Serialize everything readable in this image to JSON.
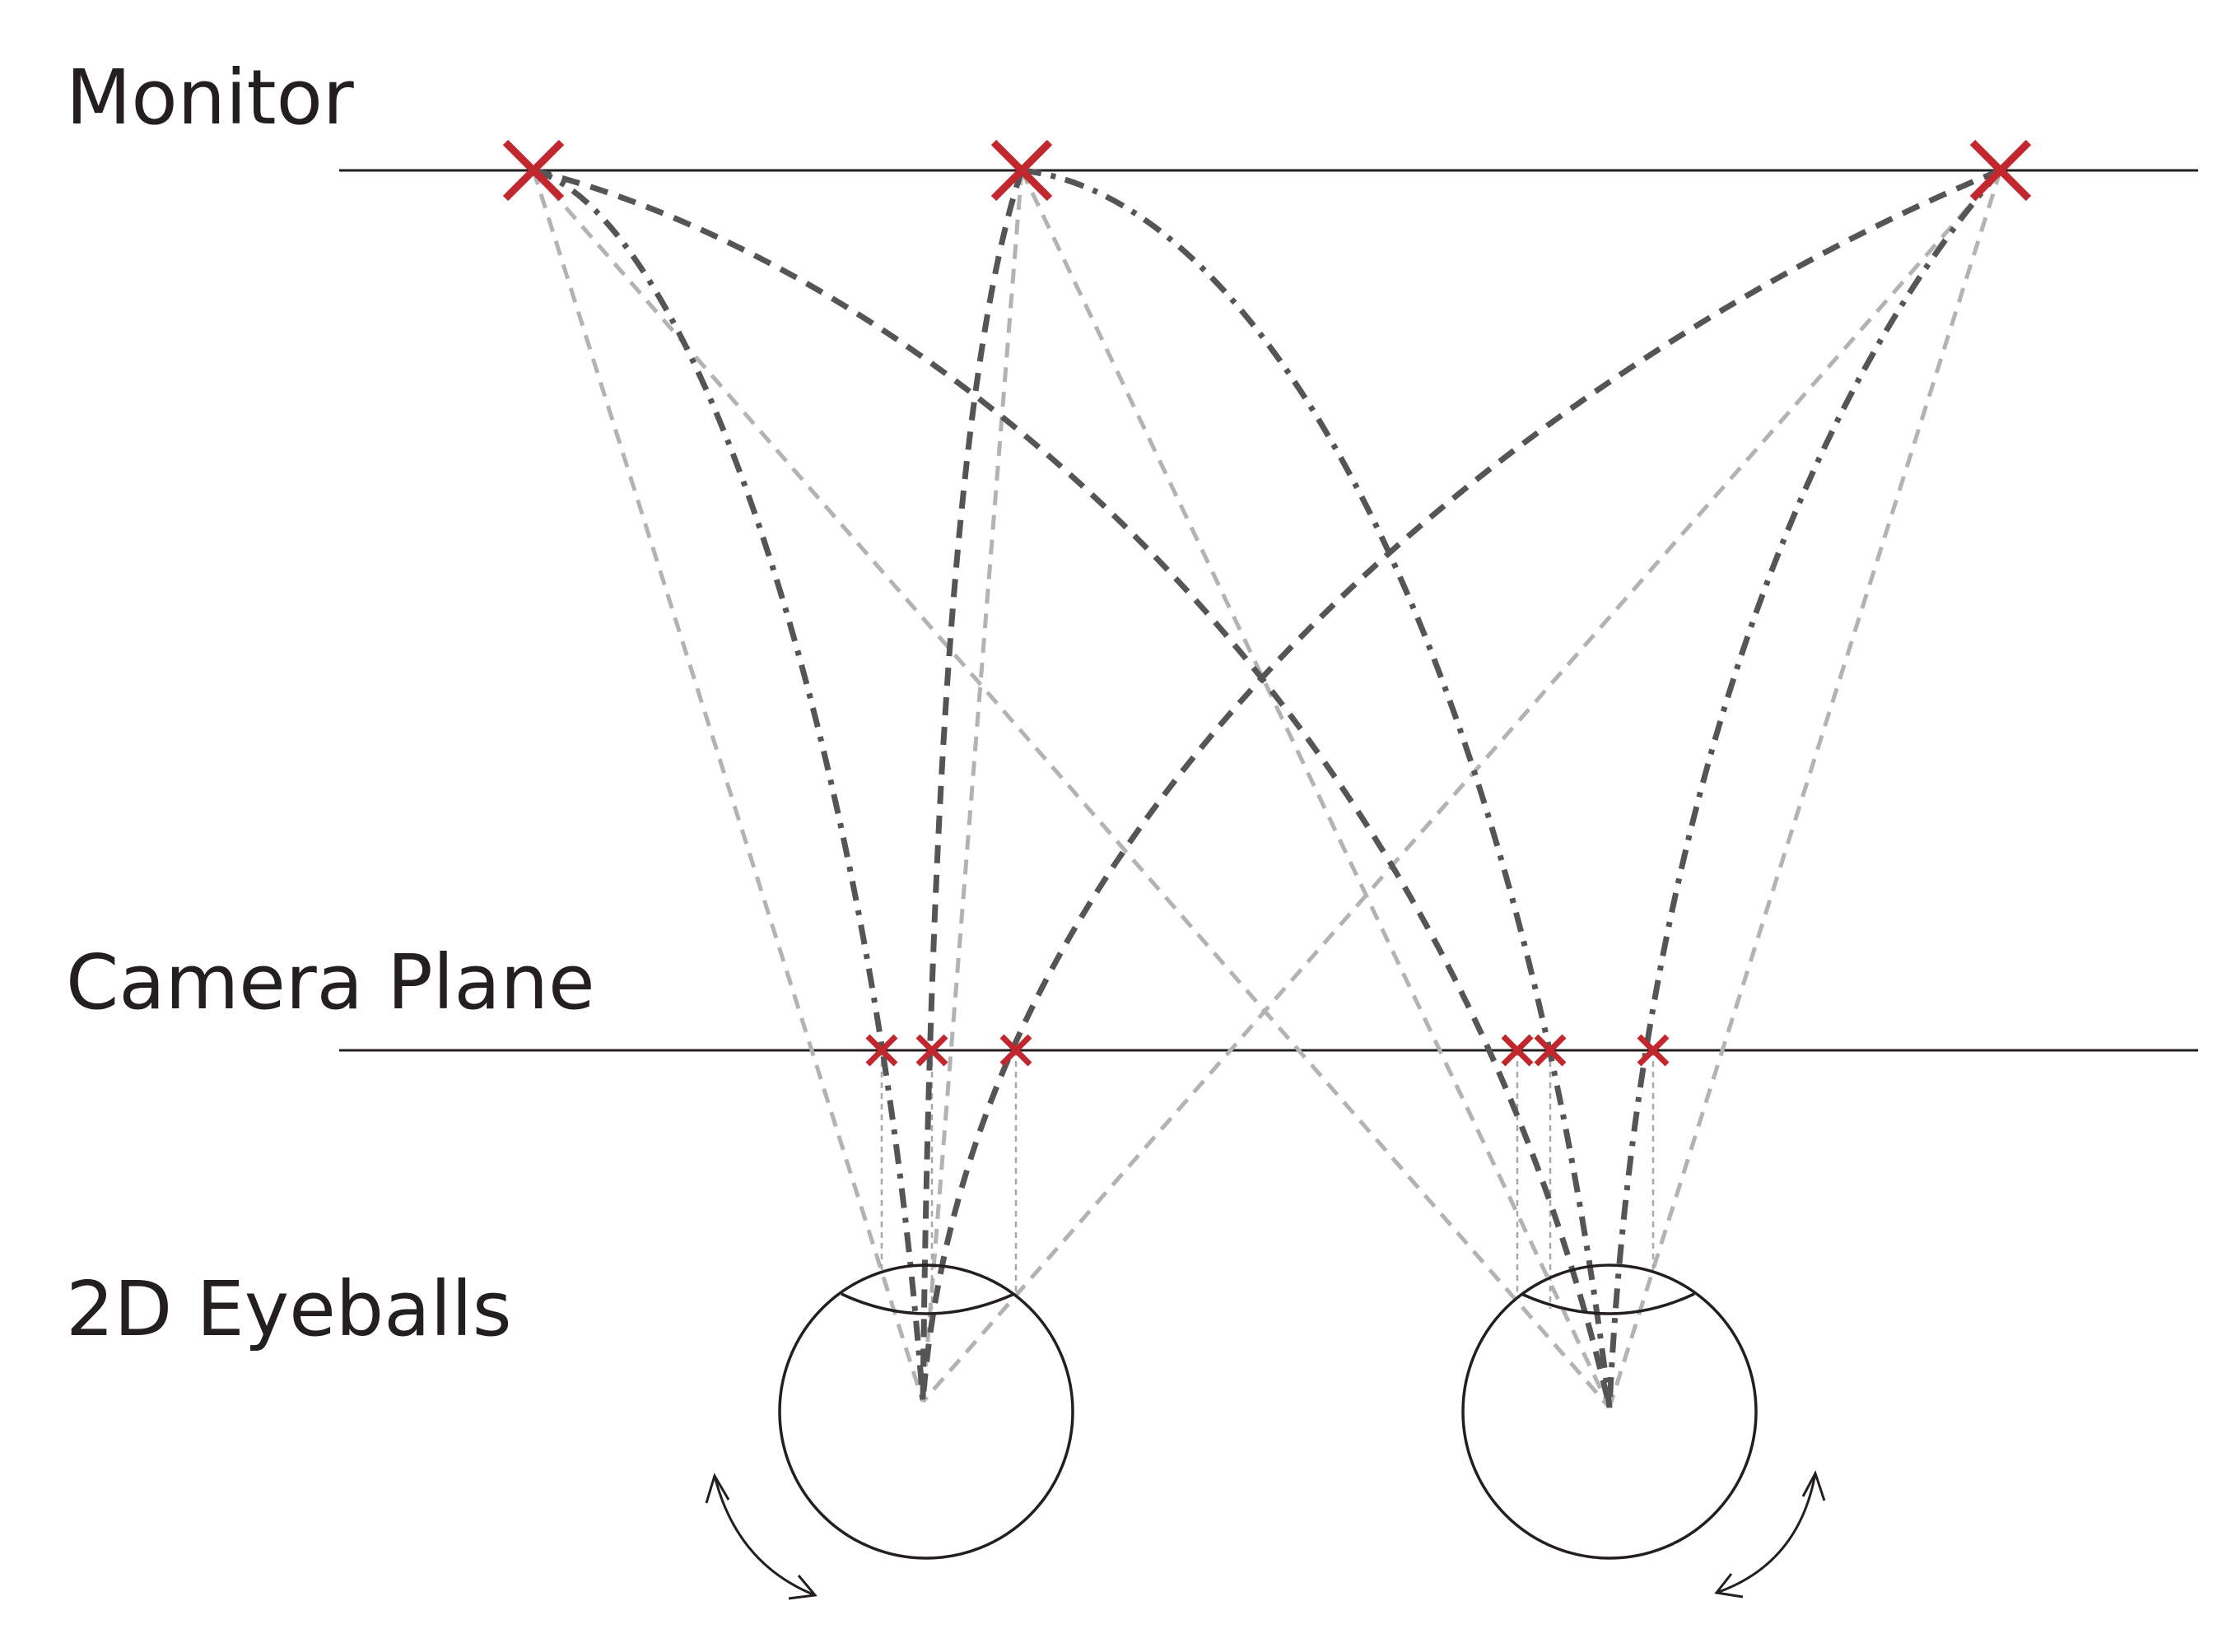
{
  "labels": {
    "monitor": "Monitor",
    "camera_plane": "Camera Plane",
    "eyeballs": "2D Eyeballs"
  },
  "colors": {
    "marker": "#c1272d",
    "line": "#231f20",
    "ray_dark": "#555555",
    "ray_light": "#b3b3b3"
  },
  "icons": {
    "target_marker": "x-mark-icon",
    "rotation": "curved-double-arrow-icon"
  }
}
